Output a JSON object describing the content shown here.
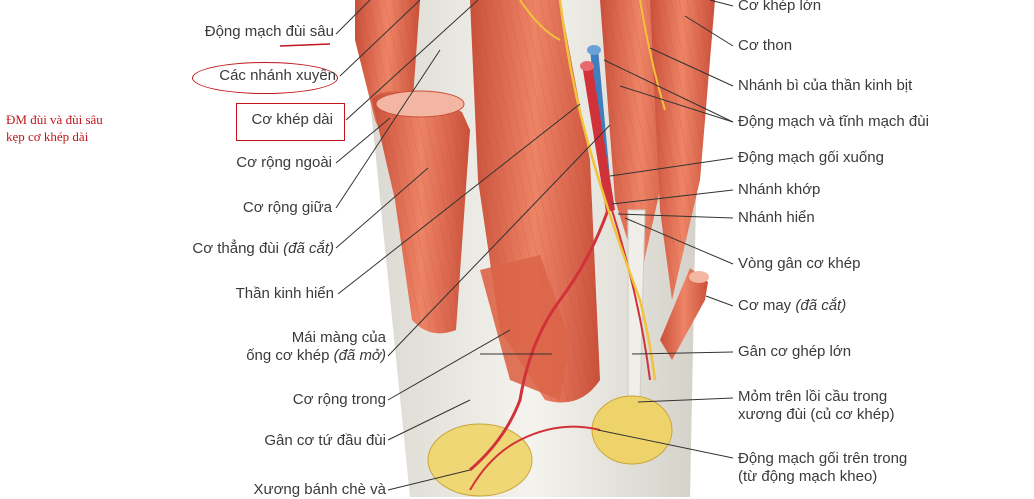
{
  "note": {
    "line1": "ĐM đùi và đùi sâu",
    "line2": "kẹp cơ khép dài"
  },
  "labels_left": [
    {
      "text": "Động mạch đùi sâu"
    },
    {
      "text": "Các nhánh xuyên"
    },
    {
      "text": "Cơ khép dài"
    },
    {
      "text": "Cơ rộng ngoài"
    },
    {
      "text": "Cơ rộng giữa"
    },
    {
      "text": "Cơ thẳng đùi",
      "suffix": "(đã cắt)"
    },
    {
      "text": "Thần kinh hiển"
    },
    {
      "text": "Mái màng của"
    },
    {
      "text": "ống cơ khép",
      "suffix": "(đã mở)"
    },
    {
      "text": "Cơ rộng trong"
    },
    {
      "text": "Gân cơ tứ đầu đùi"
    },
    {
      "text": "Xương bánh chè và"
    }
  ],
  "labels_right": [
    {
      "text": "Cơ khép lớn"
    },
    {
      "text": "Cơ thon"
    },
    {
      "text": "Nhánh bì của thần kinh bịt"
    },
    {
      "text": "Động mạch và tĩnh mạch đùi"
    },
    {
      "text": "Động mạch gối xuống"
    },
    {
      "text": "Nhánh khớp"
    },
    {
      "text": "Nhánh hiển"
    },
    {
      "text": "Vòng gân cơ khép"
    },
    {
      "text": "Cơ may",
      "suffix": "(đã cắt)"
    },
    {
      "text": "Gân cơ ghép lớn"
    },
    {
      "text": "Mỏm trên lồi cầu trong"
    },
    {
      "text": "xương đùi (củ cơ khép)"
    },
    {
      "text": "Động mạch gối trên trong"
    },
    {
      "text": "(từ động mạch kheo)"
    }
  ],
  "colors": {
    "muscle": "#e8755a",
    "muscle_dark": "#c9503a",
    "tendon": "#ecebe4",
    "artery": "#d1323a",
    "vein": "#3f7fbf",
    "nerve": "#f2c23a",
    "annotation": "#c0161c"
  }
}
